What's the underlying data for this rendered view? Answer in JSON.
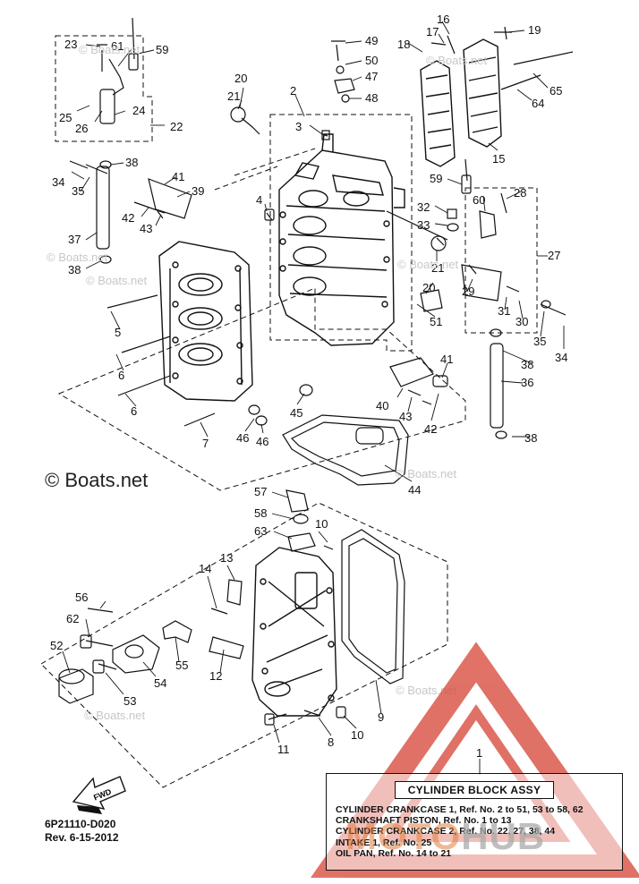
{
  "callouts": [
    {
      "n": "23"
    },
    {
      "n": "61"
    },
    {
      "n": "59"
    },
    {
      "n": "25"
    },
    {
      "n": "26"
    },
    {
      "n": "24"
    },
    {
      "n": "22"
    },
    {
      "n": "38"
    },
    {
      "n": "34"
    },
    {
      "n": "35"
    },
    {
      "n": "37"
    },
    {
      "n": "38"
    },
    {
      "n": "41"
    },
    {
      "n": "39"
    },
    {
      "n": "42"
    },
    {
      "n": "43"
    },
    {
      "n": "20"
    },
    {
      "n": "21"
    },
    {
      "n": "2"
    },
    {
      "n": "3"
    },
    {
      "n": "4"
    },
    {
      "n": "49"
    },
    {
      "n": "50"
    },
    {
      "n": "47"
    },
    {
      "n": "48"
    },
    {
      "n": "17"
    },
    {
      "n": "16"
    },
    {
      "n": "18"
    },
    {
      "n": "19"
    },
    {
      "n": "65"
    },
    {
      "n": "64"
    },
    {
      "n": "15"
    },
    {
      "n": "59"
    },
    {
      "n": "32"
    },
    {
      "n": "33"
    },
    {
      "n": "60"
    },
    {
      "n": "28"
    },
    {
      "n": "27"
    },
    {
      "n": "21"
    },
    {
      "n": "20"
    },
    {
      "n": "29"
    },
    {
      "n": "51"
    },
    {
      "n": "31"
    },
    {
      "n": "30"
    },
    {
      "n": "35"
    },
    {
      "n": "34"
    },
    {
      "n": "38"
    },
    {
      "n": "36"
    },
    {
      "n": "38"
    },
    {
      "n": "5"
    },
    {
      "n": "6"
    },
    {
      "n": "6"
    },
    {
      "n": "7"
    },
    {
      "n": "46"
    },
    {
      "n": "46"
    },
    {
      "n": "45"
    },
    {
      "n": "41"
    },
    {
      "n": "40"
    },
    {
      "n": "43"
    },
    {
      "n": "42"
    },
    {
      "n": "44"
    },
    {
      "n": "57"
    },
    {
      "n": "58"
    },
    {
      "n": "10"
    },
    {
      "n": "63"
    },
    {
      "n": "13"
    },
    {
      "n": "14"
    },
    {
      "n": "56"
    },
    {
      "n": "62"
    },
    {
      "n": "52"
    },
    {
      "n": "55"
    },
    {
      "n": "54"
    },
    {
      "n": "53"
    },
    {
      "n": "12"
    },
    {
      "n": "9"
    },
    {
      "n": "11"
    },
    {
      "n": "8"
    },
    {
      "n": "10"
    },
    {
      "n": "1"
    }
  ],
  "watermarks": {
    "small": "© Boats.net",
    "big": "© Boats.net"
  },
  "caption": {
    "code": "6P21110-D020",
    "rev": "Rev. 6-15-2012"
  },
  "fwd_label": "FWD",
  "legend": {
    "title": "CYLINDER  BLOCK ASSY",
    "rows": [
      "CYLINDER CRANKCASE 1, Ref. No. 2 to 51, 53 to 58, 62",
      "CRANKSHAFT PISTON,        Ref. No. 1 to 13",
      "CYLINDER CRANKCASE 2, Ref. No. 22, 27, 38, 44",
      "INTAKE 1, Ref. No. 25",
      "OIL PAN,    Ref. No. 14 to 21"
    ]
  },
  "brand": {
    "part1": "MOTO",
    "part2": "HUB"
  },
  "colors": {
    "line": "#111111",
    "brand_red": "#d84a3c",
    "brand_gray": "#a8a8a8",
    "watermark": "#c7c7c7"
  }
}
